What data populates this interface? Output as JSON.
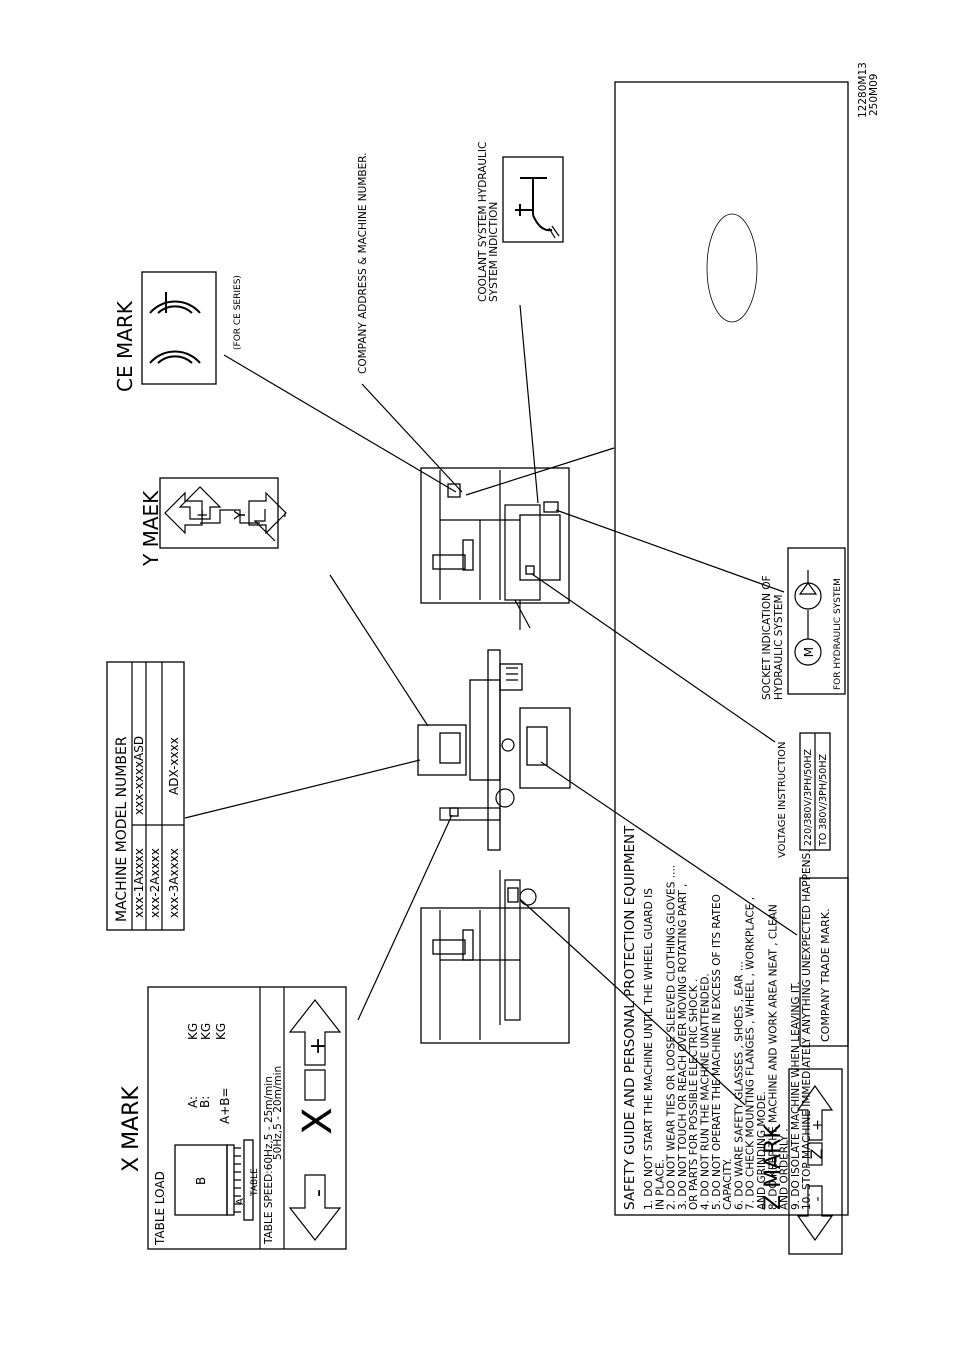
{
  "drawing_number": [
    "12280M13",
    "250M09"
  ],
  "safety_guide": {
    "title": "SAFETY GUIDE AND PERSONAL PROTECTION EQUIPMENT",
    "lines": [
      "1. DO NOT START THE MACHINE UNTIL THE WHEEL GUARD IS",
      "    IN PLACE.",
      "2. DO NOT WEAR TIES OR LOOSE SLEEVED CLOTHING,GLOVES ....",
      "3. DO NOT TOUCH OR REACH OVER MOVING ROTATING PART ,",
      "    OR PARTS FOR POSSIBLE ELECTRIC SHOCK .",
      "4. DO NOT RUN THE MACHINE UNATTENDED.",
      "5. DO NOT OPERATE THE MACHINE IN EXCESS OF ITS RATEO",
      "    CAPACITY.",
      "6. DO WARE SAFETY GLASSES , SHOES , EAR ...",
      "7. DO CHECK MOUNTING FLANGES , WHEEL , WORKPLACE ,",
      "    AND GRINDING MODE.",
      "8. DO KEEP THE MACHINE AND WORK AREA NEAT , CLEAN",
      "    AND ORDERLY .",
      "9. DO ISOLATE MACHINE WHEN LEAVING IT.",
      "10. STOP MACHINE IMMEDIATELY ANYTHING UNEXPECTED HAPPENS."
    ]
  },
  "ce_mark": {
    "label": "CE MARK",
    "note": "(FOR CE SERIES)"
  },
  "company_address": "COMPANY ADDRESS & MACHINE NUMBER.",
  "coolant": {
    "line1": "COOLANT SYSTEM HYDRAULIC",
    "line2": "SYSTEM INDICTION"
  },
  "y_mark": {
    "label": "Y MAEK",
    "letter": "Y"
  },
  "model_table": {
    "title": "MACHINE MODEL NUMBER",
    "rows": [
      [
        "xxx-1Axxxx",
        "xxx-xxxxASD"
      ],
      [
        "xxx-2Axxxx",
        ""
      ],
      [
        "xxx-3Axxxx",
        "ADX-xxxx"
      ]
    ]
  },
  "socket": {
    "line1": "SOCKET INDICATION OF",
    "line2": "HYDRAULIC SYSTEM",
    "footer": "FOR HYDRAULIC SYSTEM",
    "motor_letter": "M"
  },
  "voltage": {
    "label": "VOLTAGE INSTRUCTION",
    "line1": "220/380V/3PH/50HZ",
    "line2": "TO 380V/3PH/50HZ"
  },
  "trade_mark": "COMPANY TRADE MARK.",
  "x_mark": {
    "label": "X MARK",
    "table_load": "TABLE LOAD",
    "load_a": "A:",
    "load_b": "B:",
    "load_sum": "A+B=",
    "unit": "KG",
    "block_b": "B",
    "block_a": "A",
    "table": "TABLE",
    "speed1": "TABLE SPEED:60Hz,5 - 25m/min",
    "speed2": "50Hz,5 - 20m/min",
    "letter": "X"
  },
  "z_mark": {
    "label": "Z MARK",
    "letter": "Z"
  },
  "signs": {
    "plus": "+",
    "minus": "-"
  },
  "colors": {
    "ink": "#000000",
    "paper": "#ffffff"
  }
}
